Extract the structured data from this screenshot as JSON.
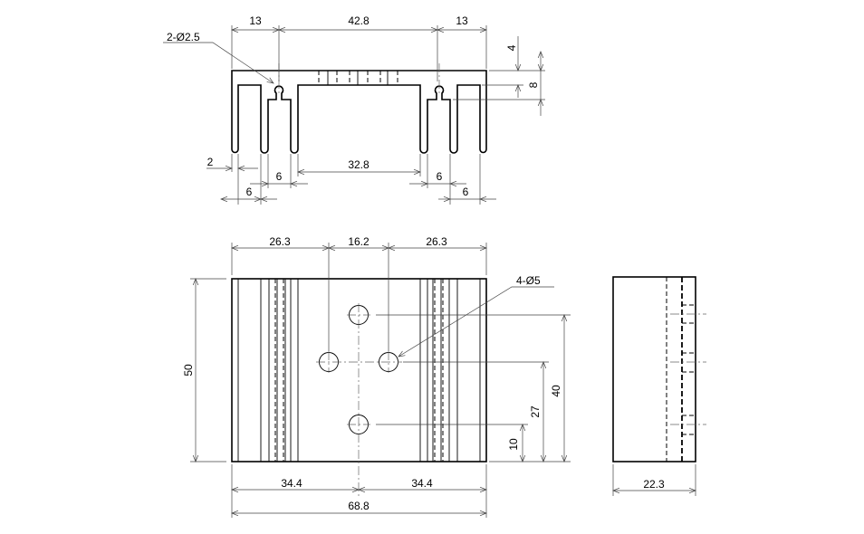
{
  "top_view": {
    "dims": {
      "left_13": "13",
      "center_42_8": "42.8",
      "right_13": "13",
      "hole_note": "2-Ø2.5",
      "v_4": "4",
      "v_8": "8",
      "fin_2": "2",
      "left_6a": "6",
      "left_6b": "6",
      "gap_32_8": "32.8",
      "right_6a": "6",
      "right_6b": "6"
    }
  },
  "front_view": {
    "dims": {
      "left_26_3": "26.3",
      "mid_16_2": "16.2",
      "right_26_3": "26.3",
      "hole_note": "4-Ø5",
      "height_50": "50",
      "v_10": "10",
      "v_27": "27",
      "v_40": "40",
      "half_left": "34.4",
      "half_right": "34.4",
      "total_width": "68.8"
    }
  },
  "side_view": {
    "dims": {
      "depth": "22.3"
    }
  }
}
